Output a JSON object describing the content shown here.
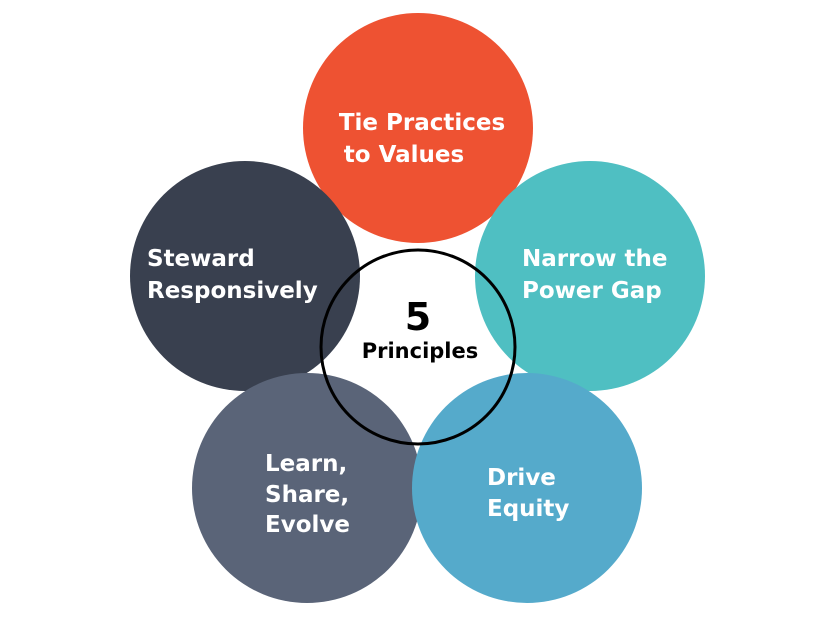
{
  "center": {
    "number": "5",
    "label": "Principles"
  },
  "principles": [
    {
      "lines": [
        "Tie Practices",
        "to Values"
      ],
      "color": "#EE5232"
    },
    {
      "lines": [
        "Steward",
        "Responsively"
      ],
      "color": "#39404F"
    },
    {
      "lines": [
        "Narrow the",
        "Power Gap"
      ],
      "color": "#4FBFC2"
    },
    {
      "lines": [
        "Learn,",
        "Share,",
        "Evolve"
      ],
      "color": "#5A6478"
    },
    {
      "lines": [
        "Drive",
        "Equity"
      ],
      "color": "#55AACB"
    }
  ]
}
